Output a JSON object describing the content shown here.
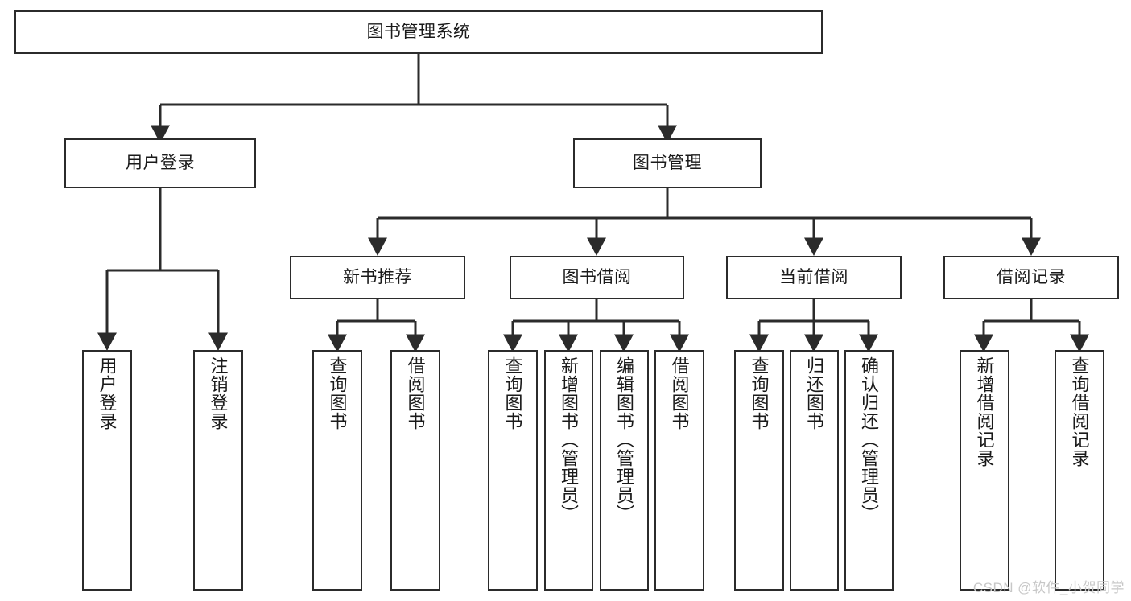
{
  "diagram": {
    "title": "图书管理系统",
    "type": "tree",
    "watermark": "CSDN @软件_小贺同学",
    "stroke_color": "#2b2b2b",
    "text_color": "#1a1a1a",
    "background_color": "#ffffff",
    "watermark_color": "#c7c7c7"
  },
  "nodes": {
    "root": {
      "label": "图书管理系统"
    },
    "level1": [
      {
        "id": "user-login",
        "label": "用户登录"
      },
      {
        "id": "book-management",
        "label": "图书管理"
      }
    ],
    "level2": [
      {
        "id": "new-book-recommend",
        "label": "新书推荐"
      },
      {
        "id": "book-borrow",
        "label": "图书借阅"
      },
      {
        "id": "current-borrow",
        "label": "当前借阅"
      },
      {
        "id": "borrow-record",
        "label": "借阅记录"
      }
    ],
    "leaves": {
      "user_login": [
        {
          "id": "leaf-user-login",
          "label": "用户登录"
        },
        {
          "id": "leaf-logout-login",
          "label": "注销登录"
        }
      ],
      "new_book_recommend": [
        {
          "id": "leaf-query-book-1",
          "label": "查询图书"
        },
        {
          "id": "leaf-borrow-book-1",
          "label": "借阅图书"
        }
      ],
      "book_borrow": [
        {
          "id": "leaf-query-book-2",
          "label": "查询图书"
        },
        {
          "id": "leaf-add-book-admin",
          "label": "新增图书（管理员）"
        },
        {
          "id": "leaf-edit-book-admin",
          "label": "编辑图书（管理员）"
        },
        {
          "id": "leaf-borrow-book-2",
          "label": "借阅图书"
        }
      ],
      "current_borrow": [
        {
          "id": "leaf-query-book-3",
          "label": "查询图书"
        },
        {
          "id": "leaf-return-book",
          "label": "归还图书"
        },
        {
          "id": "leaf-confirm-return-admin",
          "label": "确认归还（管理员）"
        }
      ],
      "borrow_record": [
        {
          "id": "leaf-add-borrow-record",
          "label": "新增借阅记录"
        },
        {
          "id": "leaf-query-borrow-record",
          "label": "查询借阅记录"
        }
      ]
    }
  }
}
